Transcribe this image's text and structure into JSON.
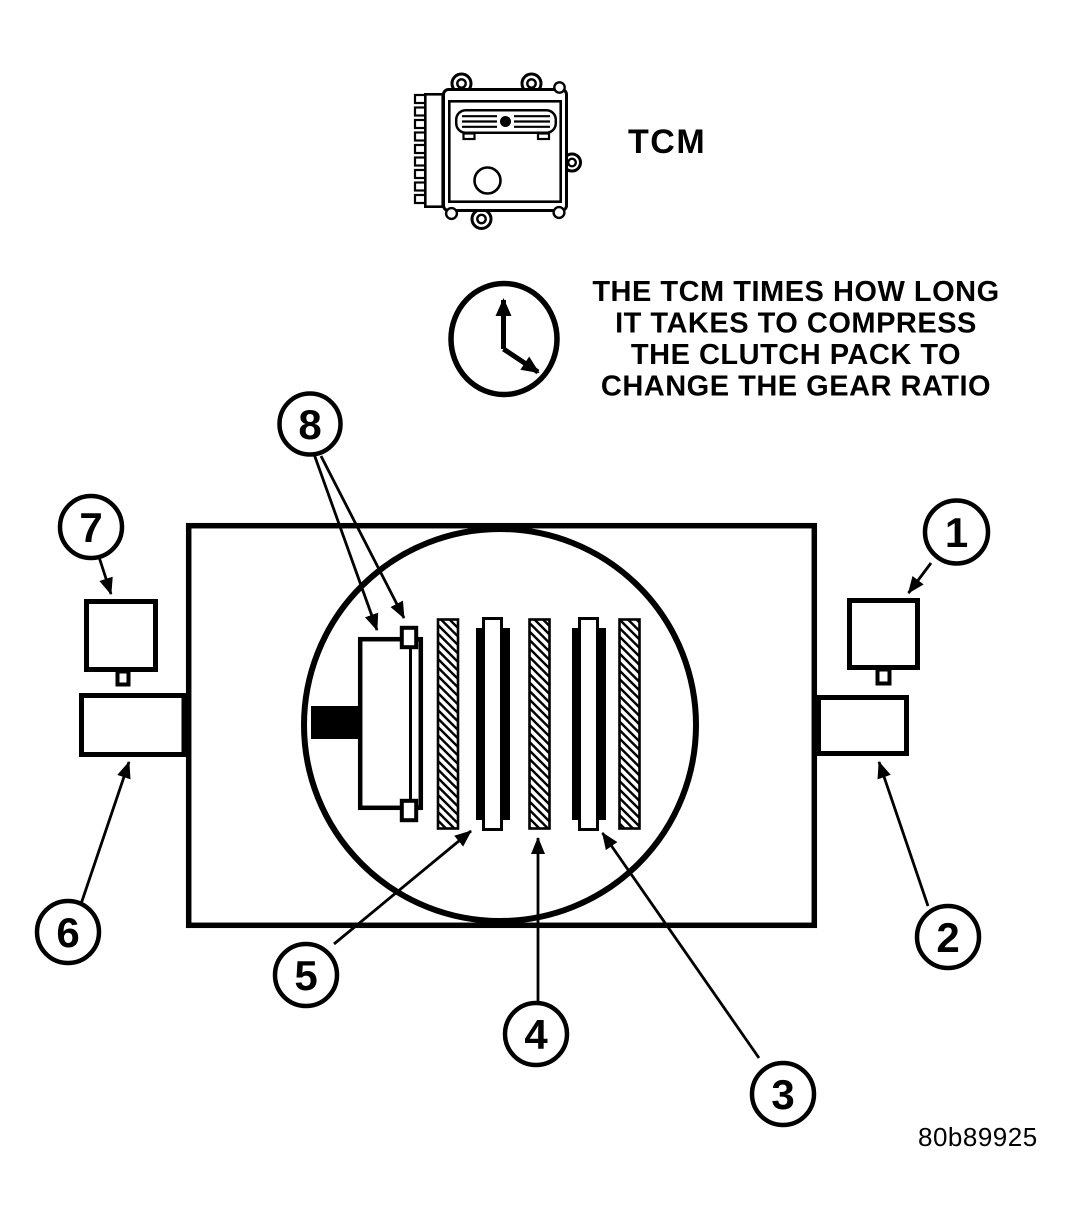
{
  "figure": {
    "tcm_label": "TCM",
    "caption": {
      "line1": "THE TCM TIMES HOW LONG",
      "line2": "IT TAKES TO COMPRESS",
      "line3": "THE CLUTCH PACK TO",
      "line4": "CHANGE THE GEAR RATIO"
    },
    "callouts": {
      "c1": "1",
      "c2": "2",
      "c3": "3",
      "c4": "4",
      "c5": "5",
      "c6": "6",
      "c7": "7",
      "c8": "8"
    },
    "figure_code": "80b89925"
  },
  "colors": {
    "ink": "#000000",
    "paper": "#ffffff"
  }
}
